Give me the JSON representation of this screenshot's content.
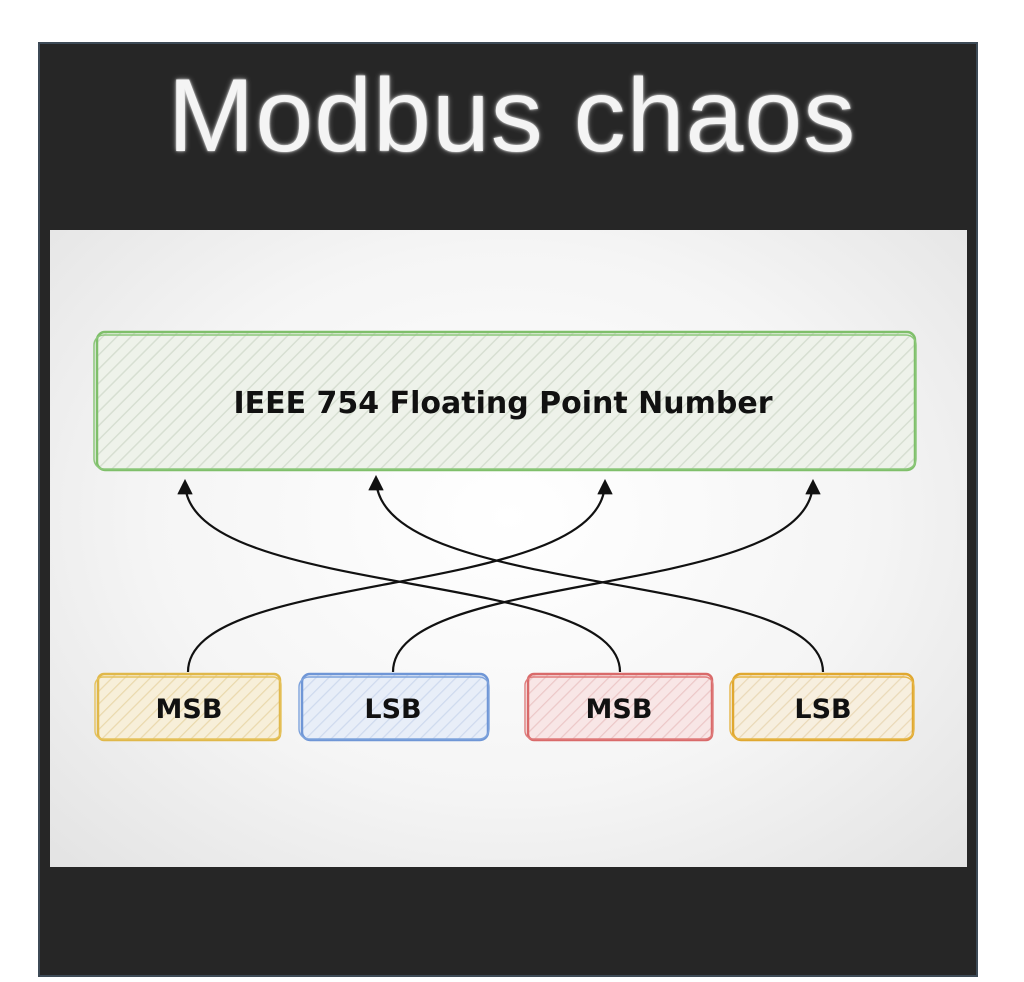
{
  "title": "Modbus chaos",
  "diagram": {
    "top_box": {
      "label": "IEEE 754 Floating Point Number",
      "color": "#7fbf6a"
    },
    "bytes": [
      {
        "label": "MSB",
        "color": "#e0b84a",
        "fill": "#f5ecd4"
      },
      {
        "label": "LSB",
        "color": "#6f96d6",
        "fill": "#e4ebf6"
      },
      {
        "label": "MSB",
        "color": "#d96a6a",
        "fill": "#f6e2e2"
      },
      {
        "label": "LSB",
        "color": "#e0a830",
        "fill": "#f6ecd8"
      }
    ]
  }
}
